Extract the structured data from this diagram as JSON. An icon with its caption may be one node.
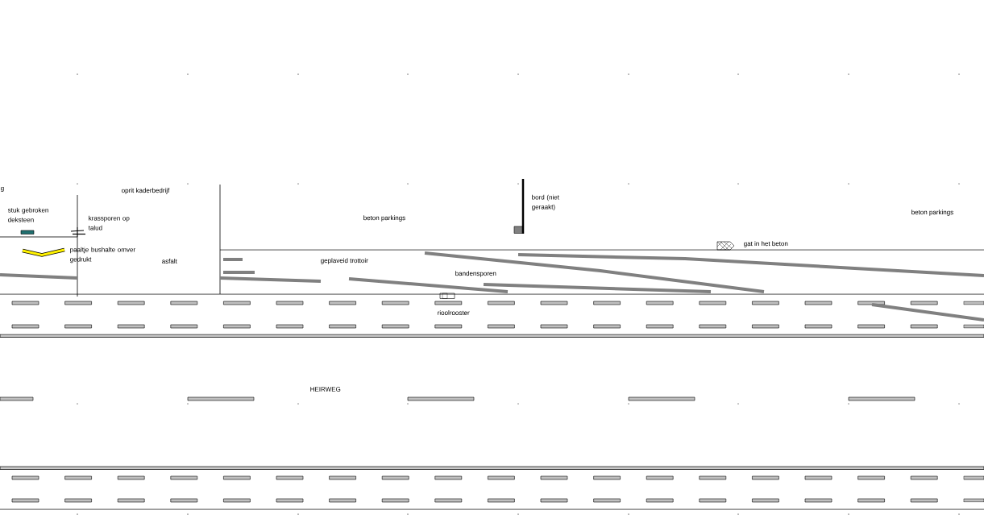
{
  "diagram": {
    "labels": [
      "g",
      "oprit kaderbedrijf",
      "stuk gebroken deksteen",
      "krassporen op talud",
      "beton parkings",
      "bord (niet geraakt)",
      "beton parkings",
      "gat in het beton",
      "paaltje bushalte omver gedrukt",
      "asfalt",
      "geplaveid trottoir",
      "bandensporen",
      "rioolrooster",
      "HEIRWEG"
    ]
  }
}
